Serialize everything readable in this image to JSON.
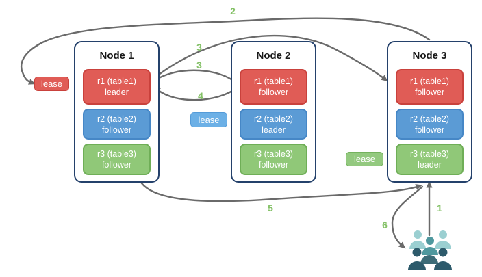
{
  "diagram_title": "raft-replication-lease-diagram",
  "nodes": [
    {
      "title": "Node 1",
      "replicas": [
        {
          "line1": "r1 (table1)",
          "line2": "leader",
          "color": "red"
        },
        {
          "line1": "r2 (table2)",
          "line2": "follower",
          "color": "blue"
        },
        {
          "line1": "r3 (table3)",
          "line2": "follower",
          "color": "green"
        }
      ]
    },
    {
      "title": "Node 2",
      "replicas": [
        {
          "line1": "r1 (table1)",
          "line2": "follower",
          "color": "red"
        },
        {
          "line1": "r2 (table2)",
          "line2": "leader",
          "color": "blue"
        },
        {
          "line1": "r3 (table3)",
          "line2": "follower",
          "color": "green"
        }
      ]
    },
    {
      "title": "Node 3",
      "replicas": [
        {
          "line1": "r1 (table1)",
          "line2": "follower",
          "color": "red"
        },
        {
          "line1": "r2 (table2)",
          "line2": "follower",
          "color": "blue"
        },
        {
          "line1": "r3 (table3)",
          "line2": "leader",
          "color": "green"
        }
      ]
    }
  ],
  "leases": [
    {
      "label": "lease",
      "color": "red"
    },
    {
      "label": "lease",
      "color": "blue"
    },
    {
      "label": "lease",
      "color": "green"
    }
  ],
  "steps": [
    {
      "text": "1"
    },
    {
      "text": "2"
    },
    {
      "text": "3"
    },
    {
      "text": "3"
    },
    {
      "text": "4"
    },
    {
      "text": "5"
    },
    {
      "text": "6"
    }
  ],
  "icons": {
    "users": "users-group-icon"
  },
  "colors": {
    "replica_red": "#e05c56",
    "replica_red_border": "#c9413c",
    "replica_blue": "#5b9bd5",
    "replica_blue_border": "#4687c6",
    "replica_green": "#90c878",
    "replica_green_border": "#6fae57",
    "node_border": "#24416b",
    "arrow": "#6a6a6a",
    "step_label": "#84c167",
    "users_light": "#9bcfd1",
    "users_mid": "#4f989e",
    "users_mid_dark": "#3c6b77",
    "users_dark": "#2d5a6b"
  }
}
